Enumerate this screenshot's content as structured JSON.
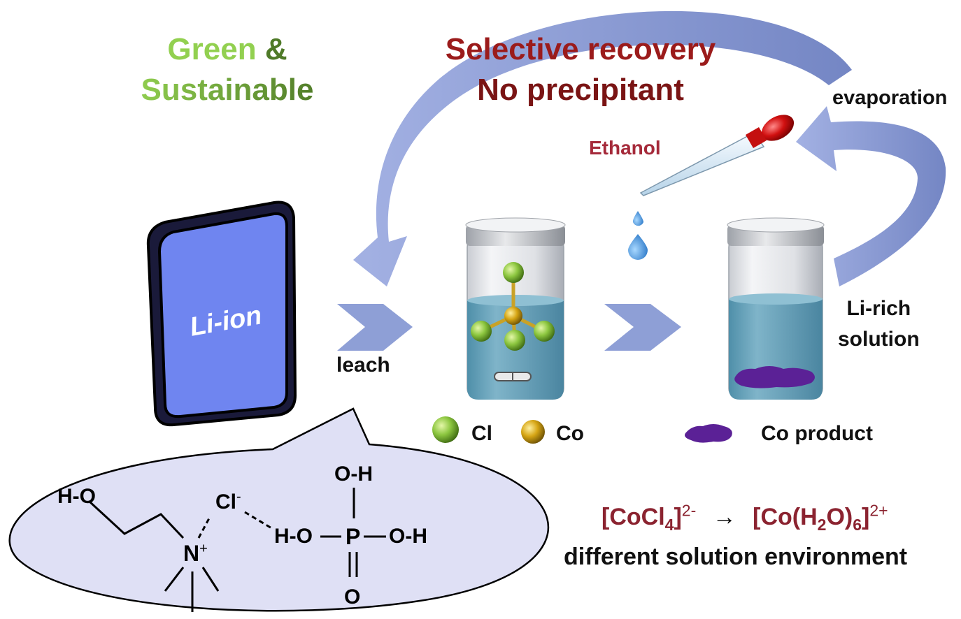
{
  "header": {
    "green_line1_a": "Green",
    "green_line1_b": "&",
    "green_line2": "Sustainable",
    "red_line1": "Selective recovery",
    "red_line2": "No precipitant"
  },
  "labels": {
    "ethanol": "Ethanol",
    "evaporation": "evaporation",
    "leach": "leach",
    "li_rich_1": "Li-rich",
    "li_rich_2": "solution",
    "battery": "Li-ion"
  },
  "legend": {
    "cl": "Cl",
    "co": "Co",
    "co_product": "Co product"
  },
  "equation": {
    "left_open": "[CoCl",
    "left_sub": "4",
    "left_close": "]",
    "left_charge": "2-",
    "arrow": "→",
    "right_open": "[Co(H",
    "right_sub1": "2",
    "right_mid": "O)",
    "right_sub2": "6",
    "right_close": "]",
    "right_charge": "2+",
    "caption": "different solution environment"
  },
  "molecule": {
    "ho": "H-O",
    "cl": "Cl",
    "cl_charge": "-",
    "n": "N",
    "n_charge": "+",
    "oh_top": "O-H",
    "ho_left": "H-O",
    "p": "P",
    "oh_right": "O-H",
    "o_bottom": "O"
  },
  "colors": {
    "arrow_blue": "#8e9fd6",
    "battery_blue": "#6f85f0",
    "green_light": "#92d050",
    "green_dark": "#4f7a28",
    "red_dark": "#8b1a1a",
    "equation_red": "#8b2330",
    "solution_blue": "#5b9bb5",
    "cobalt_purple": "#5b2196"
  }
}
